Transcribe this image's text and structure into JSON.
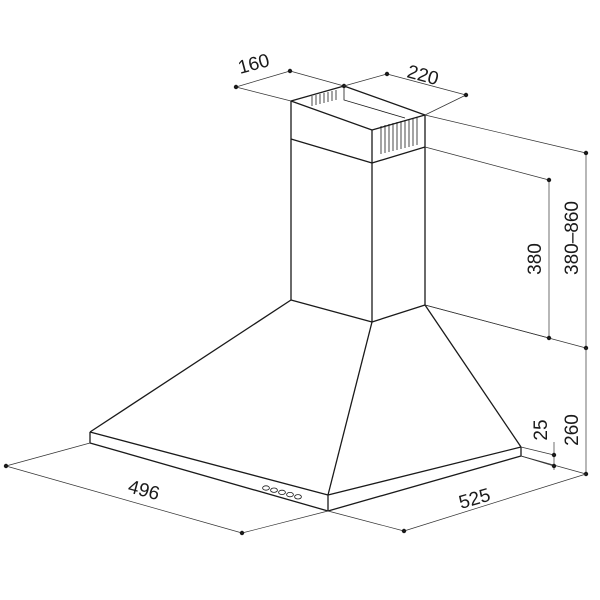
{
  "product": "chimney cooker hood",
  "units": "mm",
  "dimensions": {
    "duct_depth": "160",
    "duct_width": "220",
    "chimney_height": "380",
    "chimney_range": "380–860",
    "canopy_height": "260",
    "rim_height": "25",
    "canopy_width": "496",
    "canopy_depth": "525"
  },
  "colors": {
    "line": "#1a1a1a",
    "background": "#ffffff"
  },
  "control_buttons": 5
}
